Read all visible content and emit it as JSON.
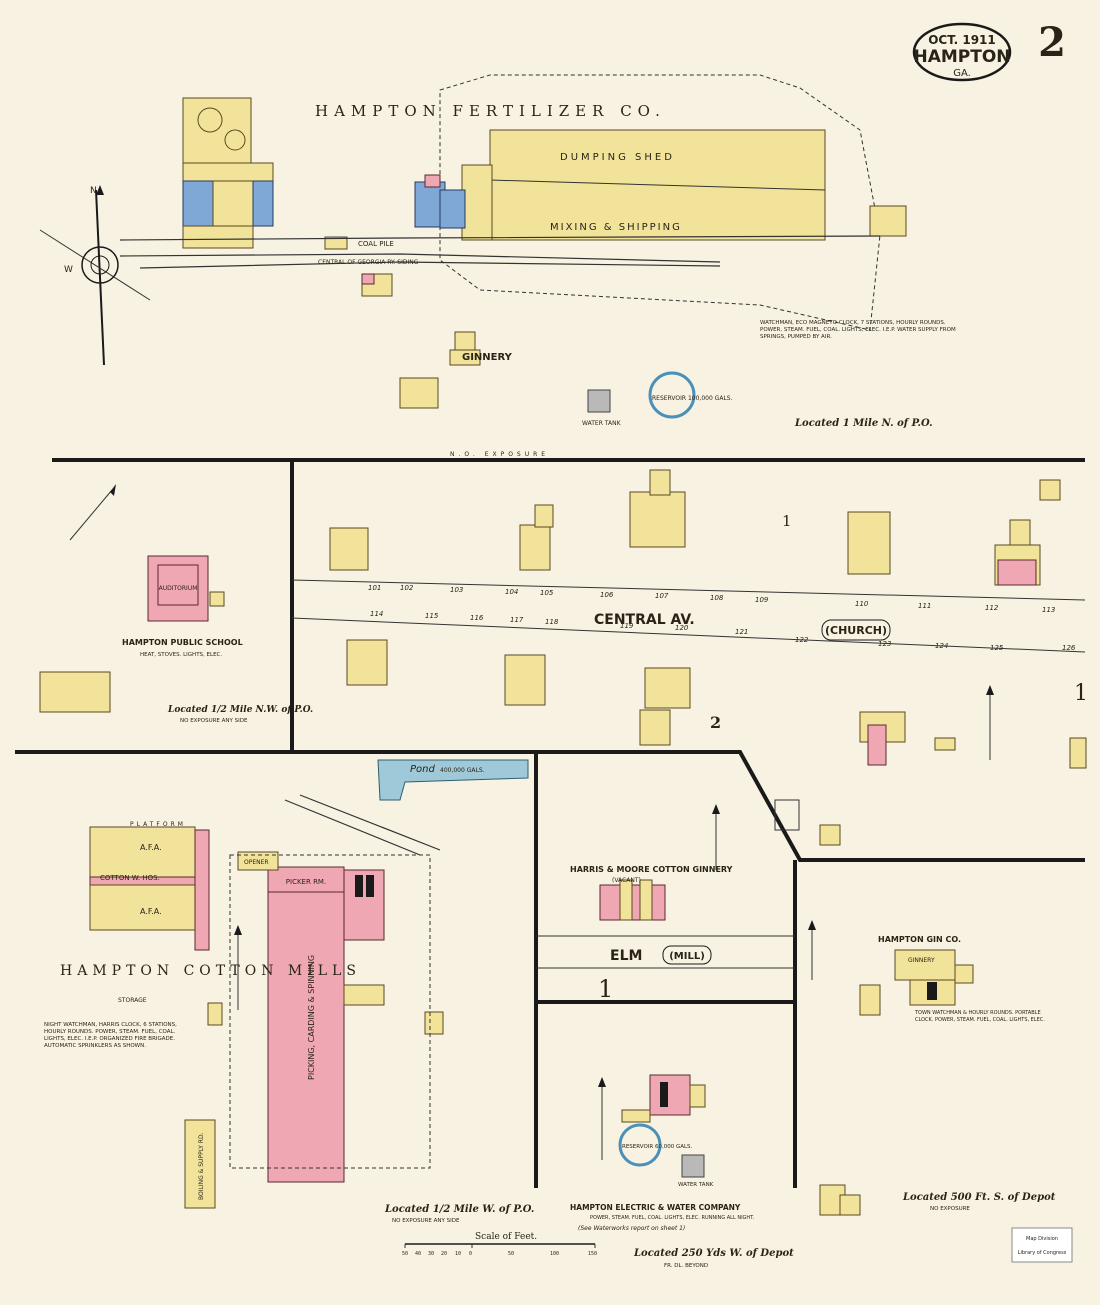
{
  "header": {
    "date": "OCT. 1911",
    "town": "HAMPTON",
    "state": "GA.",
    "sheet_number": "2"
  },
  "fertilizer": {
    "company": "HAMPTON FERTILIZER CO.",
    "dumping_shed": "DUMPING SHED",
    "mixing_shipping": "MIXING & SHIPPING",
    "coal_pile": "COAL PILE",
    "siding": "CENTRAL OF GEORGIA RY. SIDING",
    "ginnery": "GINNERY",
    "reservoir": "RESERVOIR 100,000 GALS.",
    "water_tank": "WATER TANK",
    "located": "Located 1 Mile N. of P.O.",
    "notes": "WATCHMAN, ECO MAGNETO CLOCK, 7 STATIONS, HOURLY ROUNDS. POWER, STEAM. FUEL, COAL. LIGHTS, ELEC. I.E.P. WATER SUPPLY FROM SPRINGS, PUMPED BY AIR."
  },
  "streets": {
    "central_av": "CENTRAL AV.",
    "church": "(CHURCH)",
    "elm": "ELM",
    "mill": "(MILL)",
    "block_1": "1",
    "block_2": "2",
    "block_1_right": "1",
    "block_1_bottom": "1",
    "exposure": "N.O. EXPOSURE"
  },
  "lots": {
    "north": [
      "101",
      "102",
      "103",
      "104",
      "105",
      "106",
      "107",
      "108",
      "109",
      "110",
      "111",
      "112",
      "113"
    ],
    "south": [
      "114",
      "115",
      "116",
      "117",
      "118",
      "119",
      "120",
      "121",
      "122",
      "123",
      "124",
      "125",
      "126"
    ]
  },
  "school": {
    "name": "HAMPTON PUBLIC SCHOOL",
    "detail": "HEAT, STOVES. LIGHTS, ELEC.",
    "auditorium": "AUDITORIUM",
    "located": "Located 1/2 Mile N.W. of P.O.",
    "exposure": "NO EXPOSURE ANY SIDE"
  },
  "pond": {
    "label": "Pond",
    "capacity": "400,000 GALS."
  },
  "cotton_mills": {
    "name": "HAMPTON COTTON MILLS",
    "platform": "PLATFORM",
    "warehouse": "COTTON W. HOS.",
    "afa1": "A.F.A.",
    "afa2": "A.F.A.",
    "picker_rm": "PICKER RM.",
    "opener": "OPENER",
    "main_bldg": "PICKING, CARDING & SPINNING",
    "storage": "STORAGE",
    "boiling": "BOILING & SUPPLY RD.",
    "located": "Located 1/2 Mile W. of P.O.",
    "exposure": "NO EXPOSURE ANY SIDE",
    "notes": "NIGHT WATCHMAN, HARRIS CLOCK, 6 STATIONS, HOURLY ROUNDS. POWER, STEAM. FUEL, COAL. LIGHTS, ELEC. I.E.P. ORGANIZED FIRE BRIGADE. AUTOMATIC SPRINKLERS AS SHOWN."
  },
  "harris_moore": {
    "name": "HARRIS & MOORE COTTON GINNERY",
    "status": "(VACANT)"
  },
  "hampton_gin": {
    "name": "HAMPTON GIN CO.",
    "ginnery": "GINNERY",
    "notes": "TOWN WATCHMAN & HOURLY ROUNDS. PORTABLE CLOCK. POWER, STEAM. FUEL, COAL. LIGHTS, ELEC."
  },
  "electric": {
    "name": "HAMPTON ELECTRIC & WATER COMPANY",
    "detail": "POWER, STEAM. FUEL, COAL. LIGHTS, ELEC. RUNNING ALL NIGHT.",
    "see_report": "(See Waterworks report on sheet 1)",
    "reservoir": "RESERVOIR 60,000 GALS.",
    "water_tank": "WATER TANK",
    "located": "Located 250 Yds W. of Depot"
  },
  "depot_block": {
    "located": "Located 500 Ft. S. of Depot",
    "exposure": "NO EXPOSURE"
  },
  "scale": {
    "title": "Scale of Feet.",
    "ticks": [
      "50",
      "40",
      "30",
      "20",
      "10",
      "0",
      "50",
      "100",
      "150"
    ],
    "sub": "FR. DL. BEYOND"
  },
  "stamp": {
    "line1": "Map Division",
    "line2": "Library of Congress"
  },
  "compass": {
    "north": "N",
    "west": "W"
  }
}
